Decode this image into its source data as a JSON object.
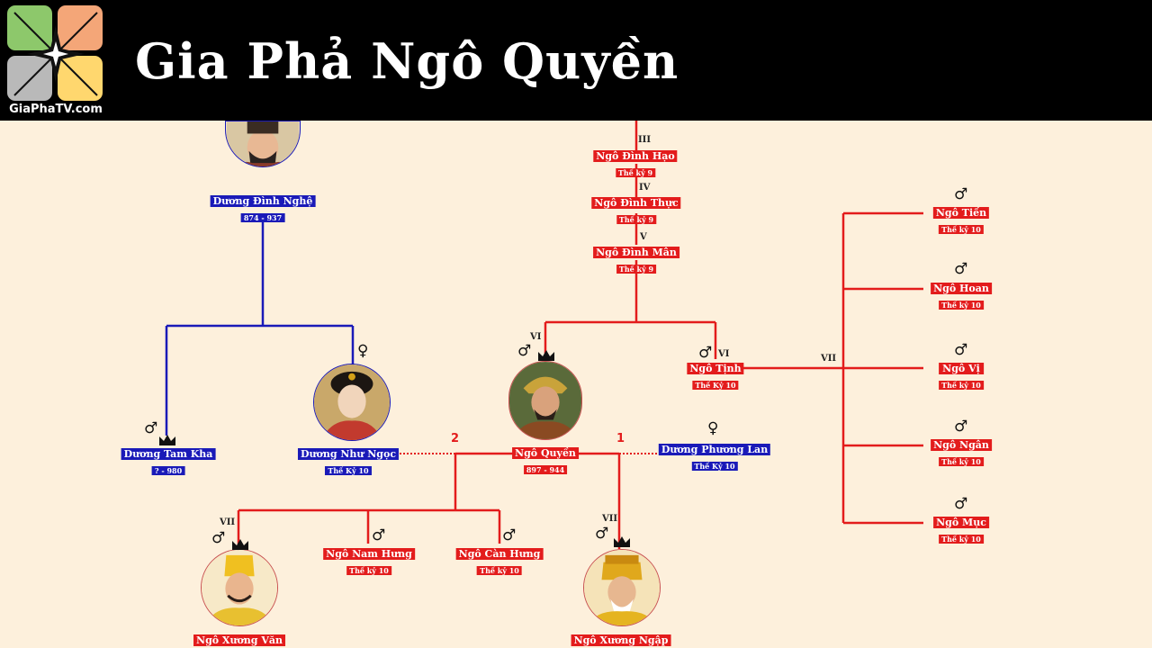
{
  "header": {
    "title": "Gia Phả Ngô Quyền",
    "site": "GiaPhaTV.com",
    "logo_colors": [
      "#8dc86b",
      "#f4a678",
      "#b9b9b9",
      "#ffd76e"
    ]
  },
  "colors": {
    "paternal_line": "#e31c1c",
    "maternal_line": "#1a1ab8",
    "background": "#fdf0dc"
  },
  "generations": {
    "g3": "III",
    "g4": "IV",
    "g5": "V",
    "g6": "VI",
    "g7": "VII"
  },
  "symbols": {
    "male": "♂",
    "female": "♀"
  },
  "marriage_order": {
    "first": "1",
    "second": "2"
  },
  "people": {
    "duong_dinh_nghe": {
      "name": "Dương Đình Nghệ",
      "dates": "874 - 937"
    },
    "duong_tam_kha": {
      "name": "Dương Tam Kha",
      "dates": "? - 980"
    },
    "duong_nhu_ngoc": {
      "name": "Dương Như Ngọc",
      "dates": "Thế Kỷ 10"
    },
    "ngo_dinh_hao": {
      "name": "Ngô Đình Hạo",
      "dates": "Thế kỷ 9"
    },
    "ngo_dinh_thuc": {
      "name": "Ngô Đình Thực",
      "dates": "Thế kỷ 9"
    },
    "ngo_dinh_man": {
      "name": "Ngô Đình Mân",
      "dates": "Thế kỷ 9"
    },
    "ngo_quyen": {
      "name": "Ngô Quyền",
      "dates": "897 - 944"
    },
    "ngo_tinh": {
      "name": "Ngô Tịnh",
      "dates": "Thế Kỷ 10"
    },
    "duong_phuong_lan": {
      "name": "Dương Phương Lan",
      "dates": "Thế Kỷ 10"
    },
    "ngo_tien": {
      "name": "Ngô Tiến",
      "dates": "Thế kỷ 10"
    },
    "ngo_hoan": {
      "name": "Ngô Hoan",
      "dates": "Thế kỷ 10"
    },
    "ngo_vi": {
      "name": "Ngô Vị",
      "dates": "Thế kỷ 10"
    },
    "ngo_ngan": {
      "name": "Ngô Ngân",
      "dates": "Thế kỷ 10"
    },
    "ngo_muc": {
      "name": "Ngô Mục",
      "dates": "Thế kỷ 10"
    },
    "ngo_nam_hung": {
      "name": "Ngô Nam Hưng",
      "dates": "Thế kỷ 10"
    },
    "ngo_can_hung": {
      "name": "Ngô Càn Hưng",
      "dates": "Thế kỷ 10"
    },
    "ngo_xuong_van": {
      "name": "Ngô Xương Văn"
    },
    "ngo_xuong_ngap": {
      "name": "Ngô Xương Ngập"
    }
  }
}
